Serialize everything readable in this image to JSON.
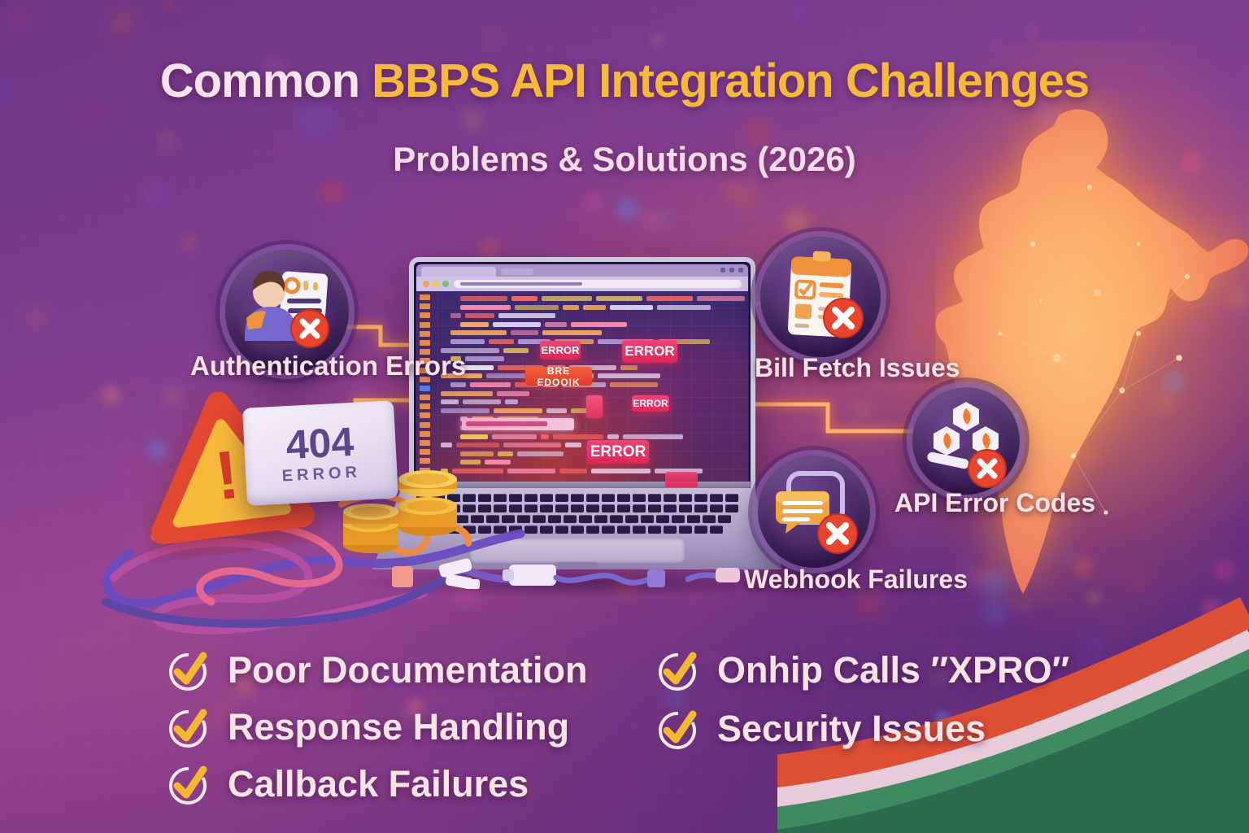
{
  "poster": {
    "title_prefix": "Common",
    "title_main": "BBPS API Integration Challenges",
    "subtitle": "Problems & Solutions (2026)"
  },
  "callouts": {
    "authentication": {
      "label": "Authentication Errors"
    },
    "bill_fetch": {
      "label": "Bill Fetch Issues"
    },
    "api_errors": {
      "label": "API Error Codes"
    },
    "webhook": {
      "label": "Webhook Failures"
    }
  },
  "laptop_screen": {
    "badges": {
      "top_left": "ERROR",
      "top_right": "ERROR",
      "mid_left": "BRE EDOOIK",
      "mid_right": "ERROR",
      "bottom_center": "ERROR"
    }
  },
  "error_sign": {
    "code": "404",
    "word": "ERROR"
  },
  "warning_triangle": {
    "symbol": "!"
  },
  "checklist": {
    "left": [
      {
        "label": "Poor Documentation"
      },
      {
        "label": "Response Handling"
      },
      {
        "label": "Callback Failures"
      }
    ],
    "right": [
      {
        "label": "Onhip Calls ″XPRO″"
      },
      {
        "label": "Security Issues"
      }
    ]
  },
  "colors": {
    "accent_gold": "#f6ba38",
    "cream_text": "#fbe4e6",
    "error_red": "#e8452f",
    "badge_pink": "#e73360",
    "connector_orange": "#ff9d4f",
    "background_purple": "#7c3d90",
    "flag_saffron": "#dd4f33",
    "flag_green": "#2d6b4f"
  }
}
